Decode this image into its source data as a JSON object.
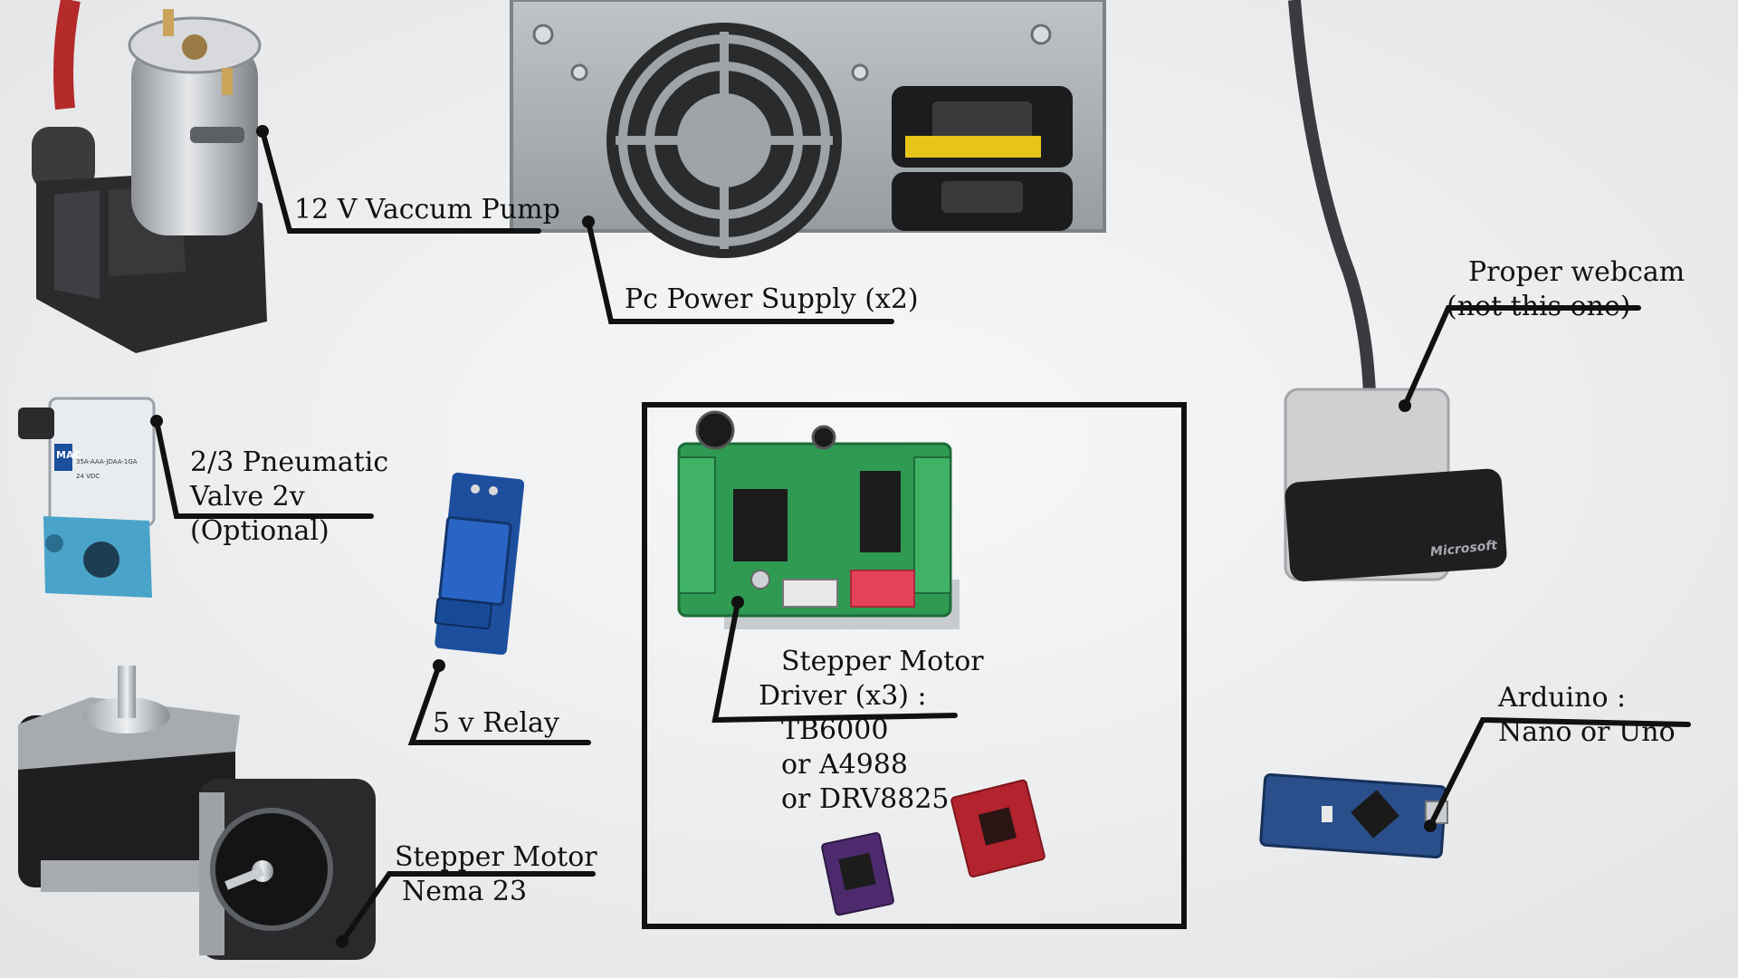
{
  "photo": {
    "background_color": "#f1f2f3",
    "components": [
      {
        "id": "vacuum-pump",
        "lines": [
          "12 V Vaccum Pump"
        ]
      },
      {
        "id": "pc-power-supply",
        "lines": [
          "Pc Power Supply (x2)"
        ]
      },
      {
        "id": "webcam",
        "lines": [
          "Proper webcam",
          "(not this one)"
        ]
      },
      {
        "id": "pneumatic-valve",
        "lines": [
          "2/3 Pneumatic",
          "Valve 2v",
          "(Optional)"
        ]
      },
      {
        "id": "relay",
        "lines": [
          "5 v Relay"
        ]
      },
      {
        "id": "stepper-driver",
        "lines": [
          "Stepper Motor",
          "Driver (x3) :",
          "TB6000",
          "or A4988",
          "or DRV8825"
        ]
      },
      {
        "id": "arduino",
        "lines": [
          "Arduino :",
          "Nano or Uno"
        ]
      },
      {
        "id": "stepper-motor",
        "lines": [
          "Stepper Motor",
          "Nema 23"
        ]
      }
    ],
    "markings": {
      "valve_brand": "MAC",
      "valve_model": "35A-AAA-JDAA-1GA",
      "valve_voltage": "24 VDC",
      "webcam_brand": "Microsoft"
    },
    "colors": {
      "pump_body": "#2b2b2d",
      "pump_motor": "#c9ccd0",
      "psu_metal": "#a9afb3",
      "valve_blue": "#4aa3c9",
      "relay_blue": "#1d4f9e",
      "driver_green": "#2f9a52",
      "dip_red": "#e5435a",
      "a4988_red": "#b3242e",
      "drv8825_purple": "#4d2a6e",
      "arduino_blue": "#2a4f8a",
      "motor_black": "#222222",
      "webcam_black": "#1f1f22",
      "cable_red": "#b52a2a"
    }
  }
}
